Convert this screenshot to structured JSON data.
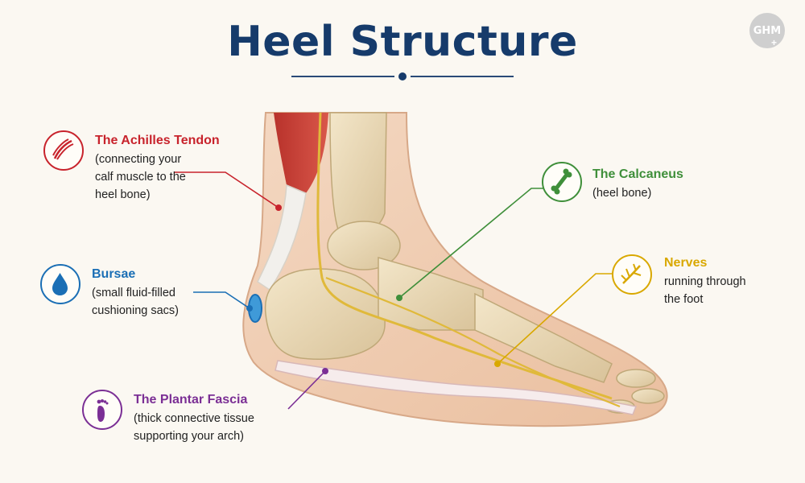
{
  "title": "Heel Structure",
  "logo": {
    "text": "GHM",
    "plus": "+"
  },
  "colors": {
    "title": "#163b6b",
    "achilles": "#c8232c",
    "bursae": "#1b6fb5",
    "plantar": "#7b2f95",
    "calcaneus": "#3f8f3a",
    "nerves": "#d9a800"
  },
  "labels": {
    "achilles": {
      "title": "The Achilles Tendon",
      "desc": [
        "(connecting your",
        "calf muscle to the",
        "heel bone)"
      ],
      "icon": "muscle-icon"
    },
    "bursae": {
      "title": "Bursae",
      "desc": [
        "(small fluid-filled",
        "cushioning sacs)"
      ],
      "icon": "droplet-icon"
    },
    "plantar": {
      "title": "The Plantar Fascia",
      "desc": [
        "(thick connective tissue",
        "supporting your arch)"
      ],
      "icon": "footprint-icon"
    },
    "calcaneus": {
      "title": "The Calcaneus",
      "desc": [
        "(heel bone)"
      ],
      "icon": "bone-icon"
    },
    "nerves": {
      "title": "Nerves",
      "desc": [
        "running through",
        "the foot"
      ],
      "icon": "nerve-icon"
    }
  }
}
